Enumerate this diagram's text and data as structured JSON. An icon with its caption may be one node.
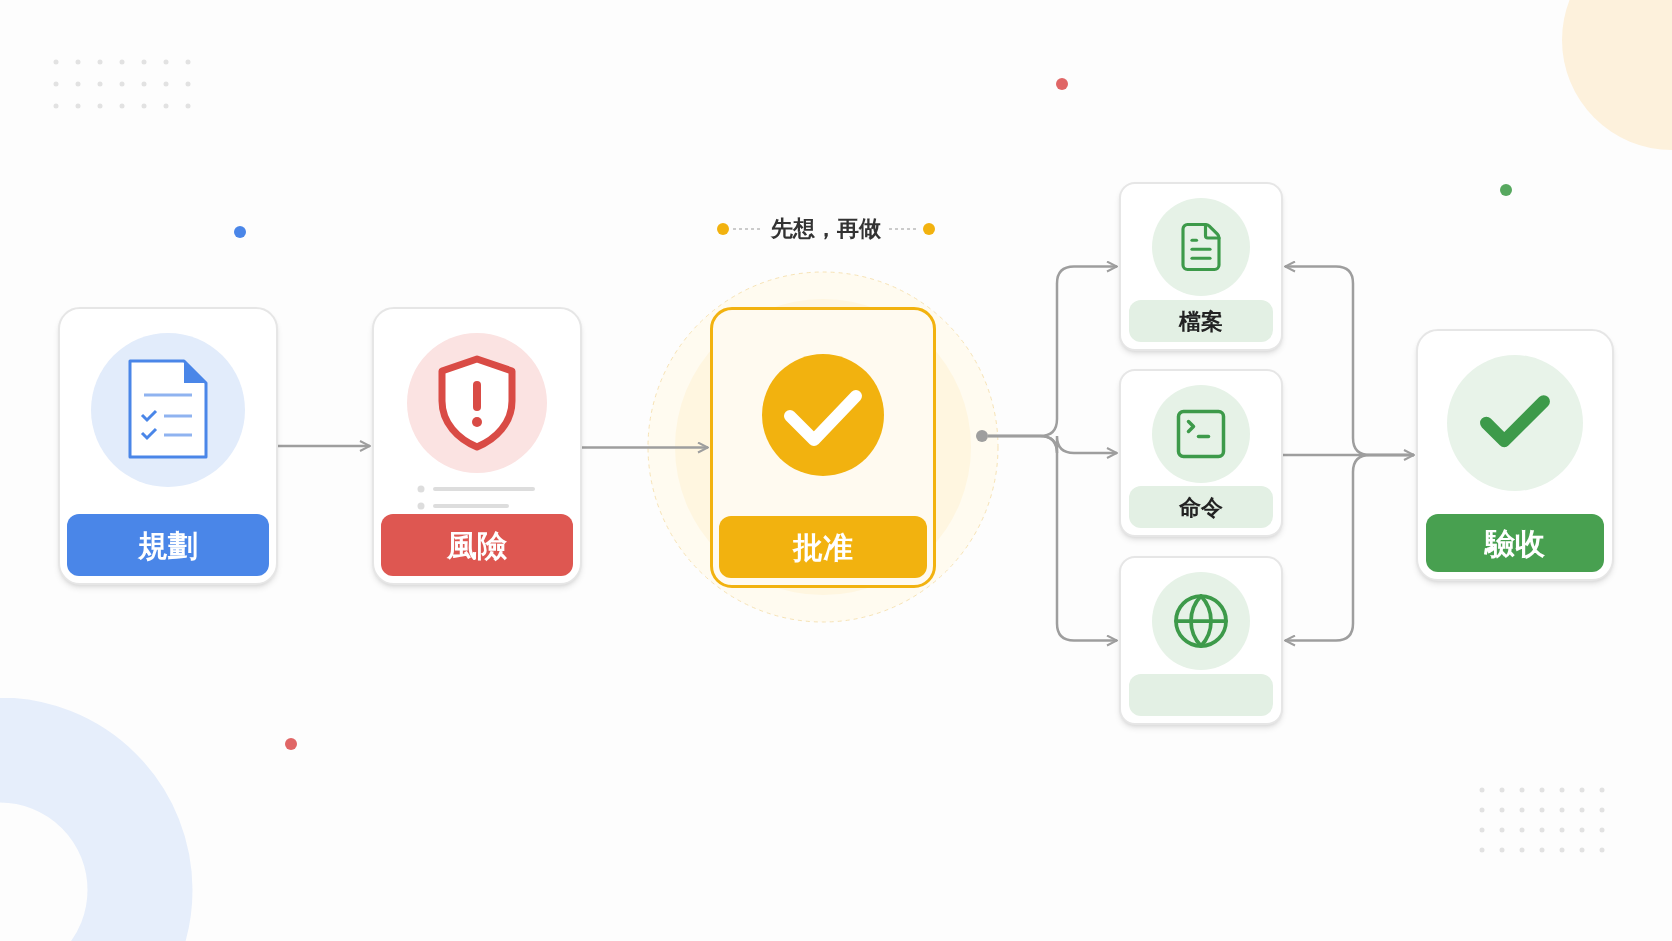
{
  "diagram": {
    "nodes": [
      {
        "text": [
          "規劃"
        ]
      },
      {
        "text": [
          "風險"
        ]
      },
      {
        "text": [
          "批准"
        ]
      },
      {
        "text": [],
        "shape": "circle"
      },
      {
        "text": [
          "檔案"
        ]
      },
      {
        "text": [
          "命令"
        ]
      },
      {
        "text": [],
        "shape": "box"
      },
      {
        "text": [
          "驗收"
        ]
      },
      {
        "text": [],
        "shape": "bar",
        "in": 6
      }
    ],
    "edges": [
      {
        "from": 0,
        "to": 1,
        "arrow": "to"
      },
      {
        "from": 1,
        "to": 2,
        "arrow": "to"
      },
      {
        "from": 3,
        "to": 4,
        "arrow": "to"
      },
      {
        "from": 3,
        "to": 5,
        "arrow": "to"
      },
      {
        "from": 3,
        "to": 6,
        "arrow": "to"
      },
      {
        "from": 5,
        "to": 7,
        "arrow": "to"
      },
      {
        "from": 7,
        "to": 4,
        "arrow": "to"
      },
      {
        "from": 7,
        "to": 6,
        "arrow": "to"
      }
    ],
    "labels": [
      "先想，再做"
    ]
  }
}
